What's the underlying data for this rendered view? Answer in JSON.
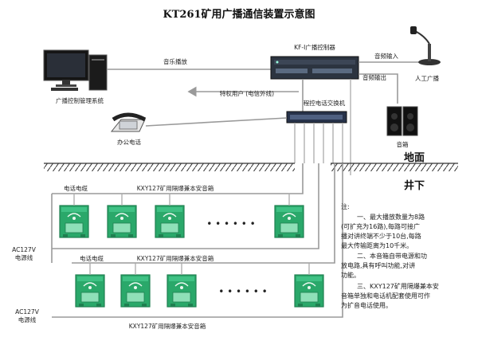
{
  "title": "KT261矿用广播通信装置示意图",
  "devices": {
    "pc_label": "广播控制管理系统",
    "controller_label": "KF-I广播控制器",
    "switch_label": "程控电话交换机",
    "phone_label": "办公电话",
    "mic_label": "人工广播",
    "speaker_label": "音箱"
  },
  "links": {
    "music": "音乐播放",
    "audio_in": "音频输入",
    "audio_out": "音频输出",
    "special_user": "特权用户 (电信外线)"
  },
  "ground": {
    "above": "地面",
    "below": "井下"
  },
  "underground": {
    "row1_cable": "电话电缆",
    "row1_box": "KXY127矿用隔爆兼本安音箱",
    "row2_cable": "电话电缆",
    "row2_box": "KXY127矿用隔爆兼本安音箱",
    "row3_box": "KXY127矿用隔爆兼本安音箱",
    "power1": [
      "AC127V",
      "电源线"
    ],
    "power2": [
      "AC127V",
      "电源线"
    ],
    "dots": "• • • • • •"
  },
  "notes": {
    "head": "注:",
    "lines": [
      "一、最大播放数量为8路",
      "(可扩充为16路),每路可接广",
      "播对讲终端不少于10台,每路",
      "最大传输距离为10千米。",
      "二、本音箱自带电源和功",
      "放电路,具有呼叫功能,对讲",
      "功能。",
      "三、KXY127矿用隔爆兼本安",
      "音箱单独和电话机配套使用可作",
      "为扩音电话使用。"
    ]
  },
  "colors": {
    "box_green": "#2aa86a",
    "box_dark": "#1f7f50",
    "rack": "#2c3440"
  }
}
